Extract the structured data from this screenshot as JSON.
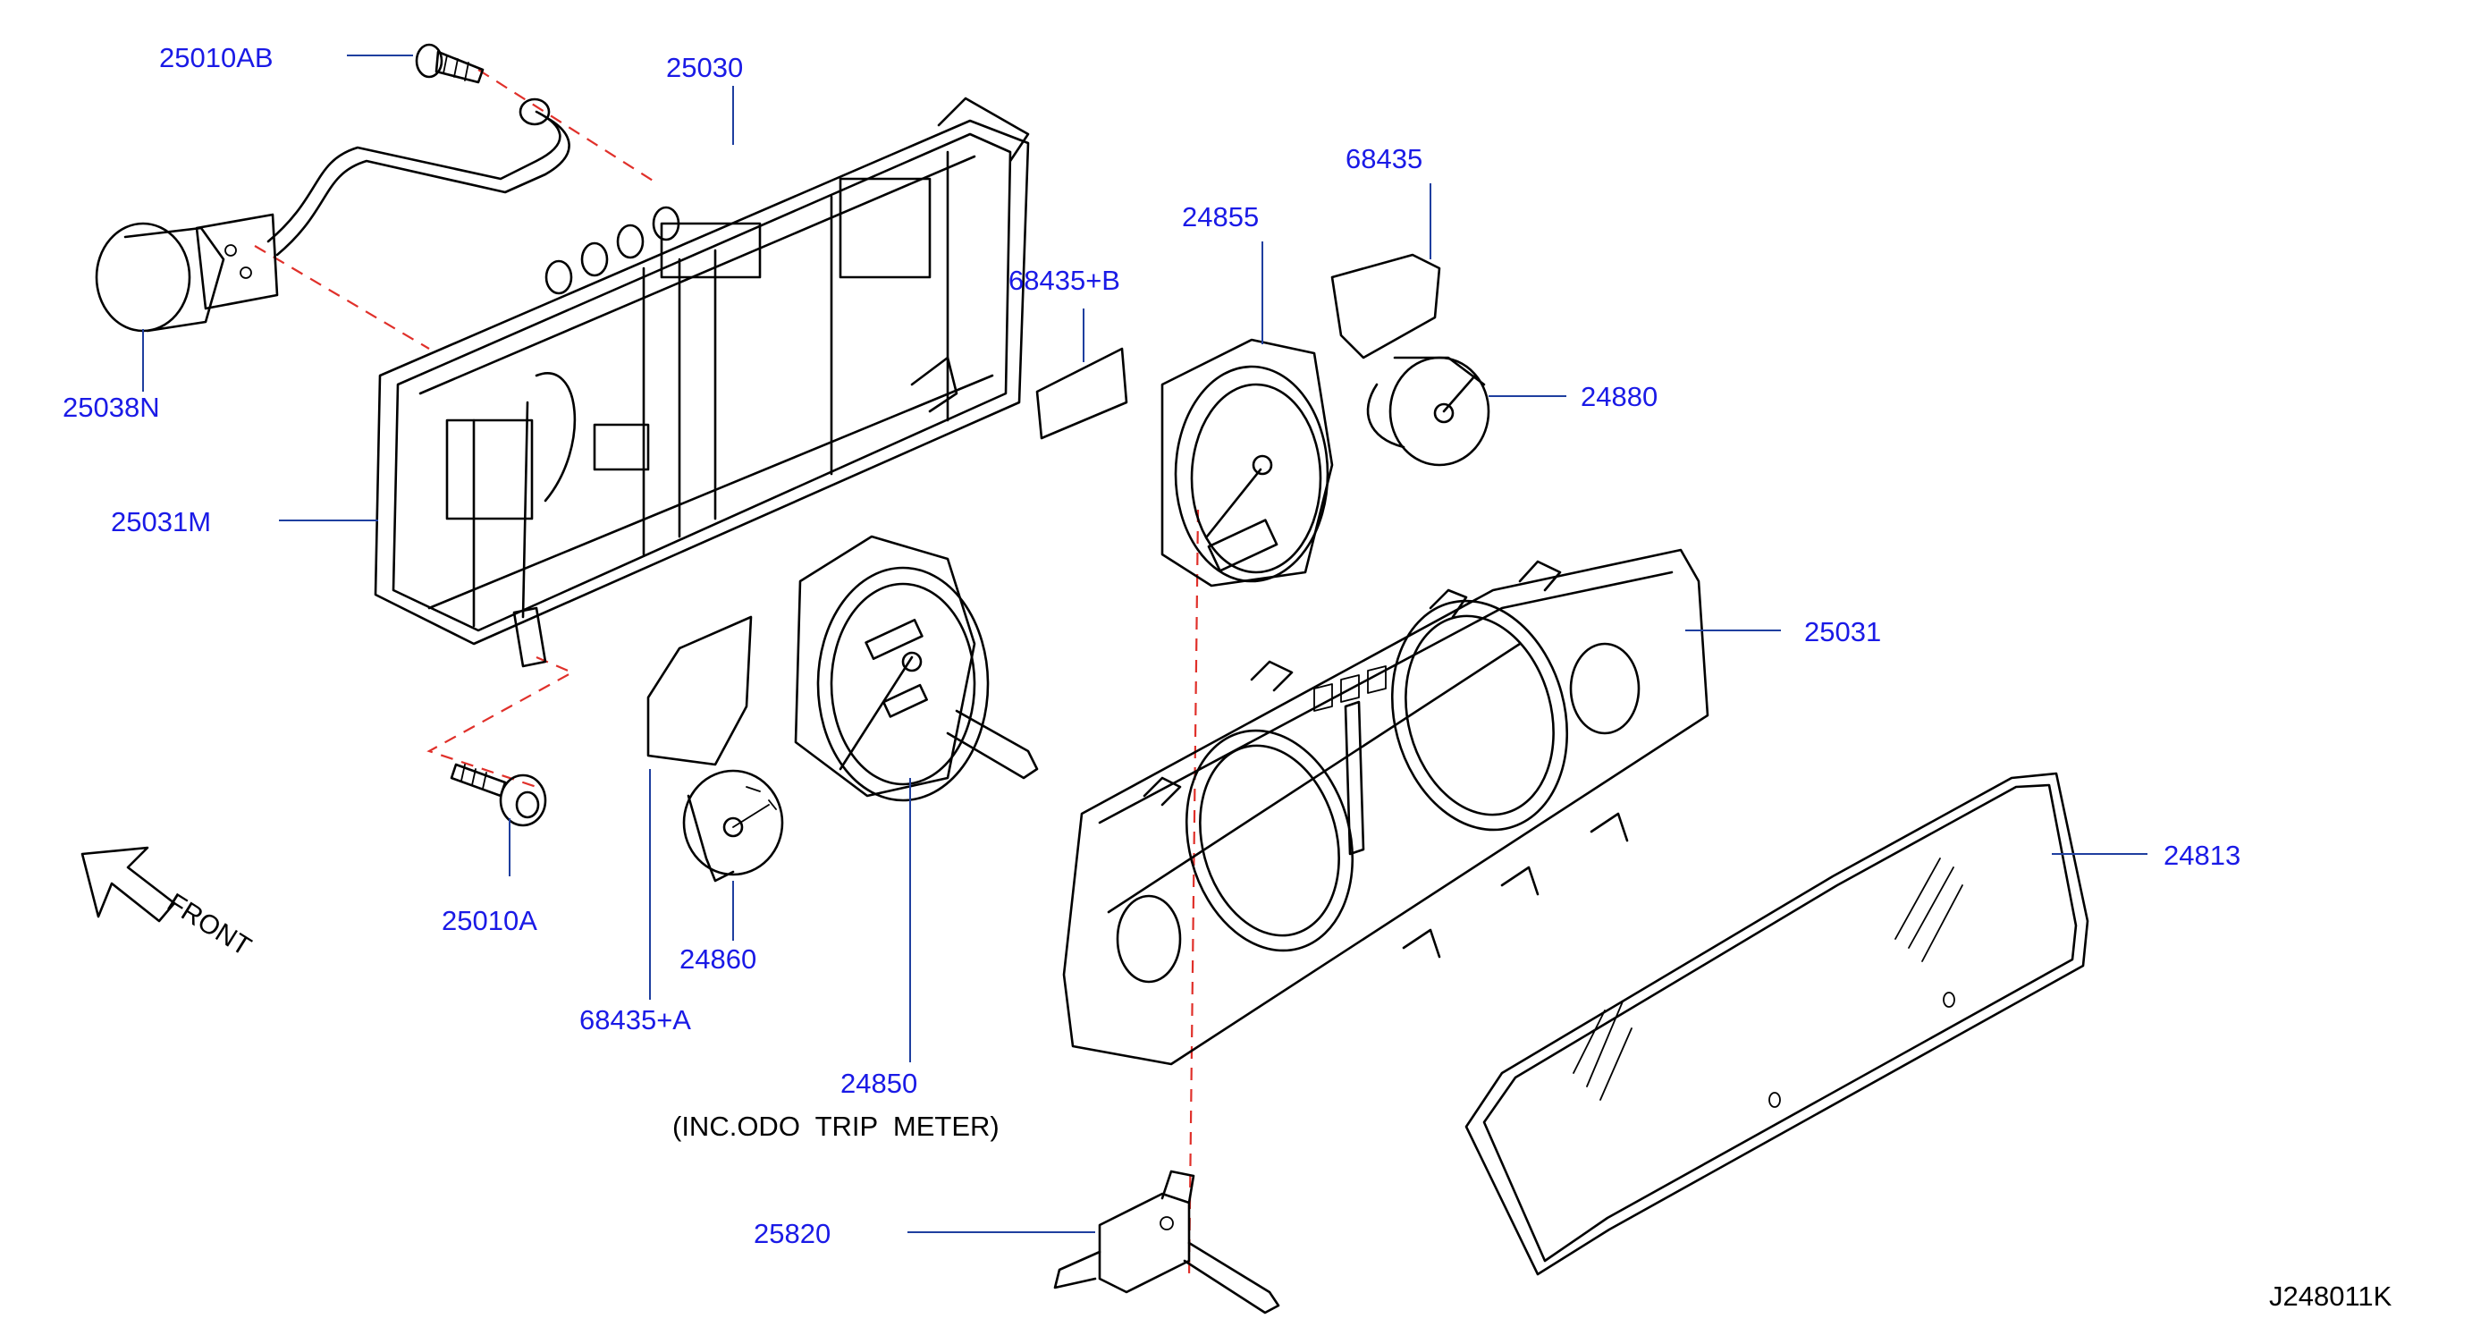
{
  "labels": {
    "p25010AB": "25010AB",
    "p25030": "25030",
    "p25038N": "25038N",
    "p25031M": "25031M",
    "p25010A": "25010A",
    "p68435A": "68435+A",
    "p24860": "24860",
    "p24850": "24850",
    "p24850_note": "(INC.ODO  TRIP  METER)",
    "p25820": "25820",
    "p68435B": "68435+B",
    "p24855": "24855",
    "p68435": "68435",
    "p24880": "24880",
    "p25031": "25031",
    "p24813": "24813"
  },
  "front_label": "FRONT",
  "figure_id": "J248011K",
  "colors": {
    "label_blue": "#1a1ae6",
    "leader_blue": "#1f3f9f",
    "dash_red": "#e0302a",
    "line_black": "#000000"
  }
}
